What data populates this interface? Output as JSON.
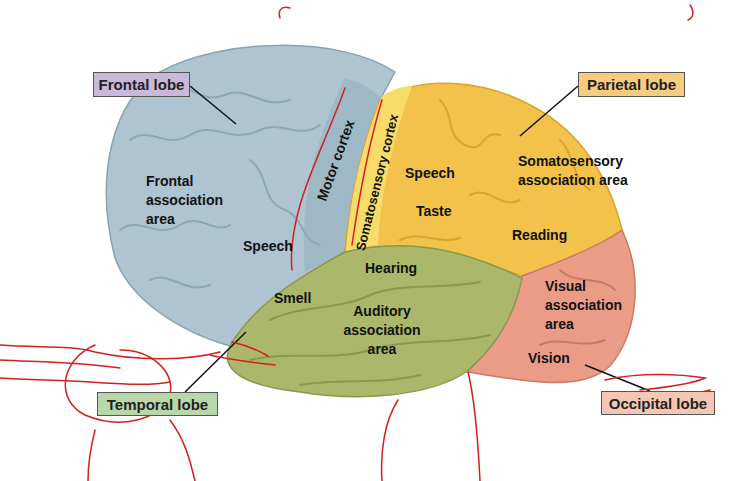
{
  "diagram": {
    "nodes": [
      {
        "text": [
          "Frontal lobe"
        ]
      },
      {
        "text": [
          "Parietal lobe"
        ]
      },
      {
        "text": [
          "Temporal lobe"
        ]
      },
      {
        "text": [
          "Occipital lobe"
        ]
      }
    ],
    "labels": [
      "Frontal association area",
      "Motor cortex",
      "Somatosensory cortex",
      "Speech",
      "Taste",
      "Somatosensory association area",
      "Reading",
      "Speech",
      "Hearing",
      "Smell",
      "Auditory association area",
      "Visual association area",
      "Vision"
    ]
  }
}
